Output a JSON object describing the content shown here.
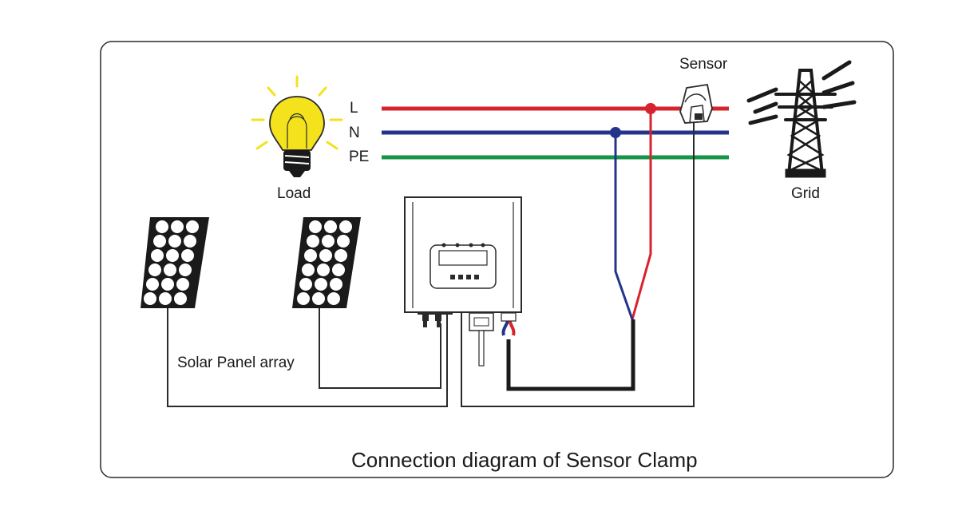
{
  "diagram": {
    "lines": {
      "l_label": "L",
      "n_label": "N",
      "pe_label": "PE"
    },
    "load_label": "Load",
    "sensor_label": "Sensor",
    "grid_label": "Grid",
    "solar_array_label": "Solar Panel array",
    "caption": "Connection diagram of Sensor Clamp"
  },
  "colors": {
    "line_l": "#d7232d",
    "line_n": "#23348a",
    "line_pe": "#169448",
    "bulb_yellow": "#f4e21d",
    "wire_black": "#1a1a1a"
  }
}
